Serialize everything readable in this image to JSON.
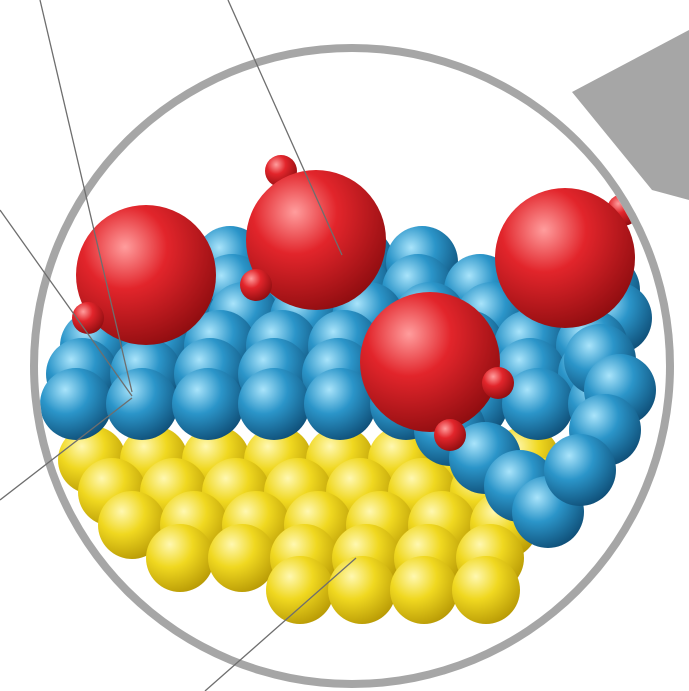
{
  "diagram": {
    "colors": {
      "frame": "#a6a6a6",
      "background": "#ffffff",
      "substrate_atom": "#e8cf18",
      "surface_atom": "#2a8fc2",
      "large_adsorbate": "#dd2026",
      "small_adsorbate": "#dd2026",
      "leader_line": "#6e6e6e"
    },
    "elements": {
      "magnifier": "magnifier-circle",
      "substrate_layer": "yellow-substrate-atoms",
      "surface_layer": "blue-surface-atoms",
      "adsorbates": "red-adsorbate-molecules"
    }
  }
}
